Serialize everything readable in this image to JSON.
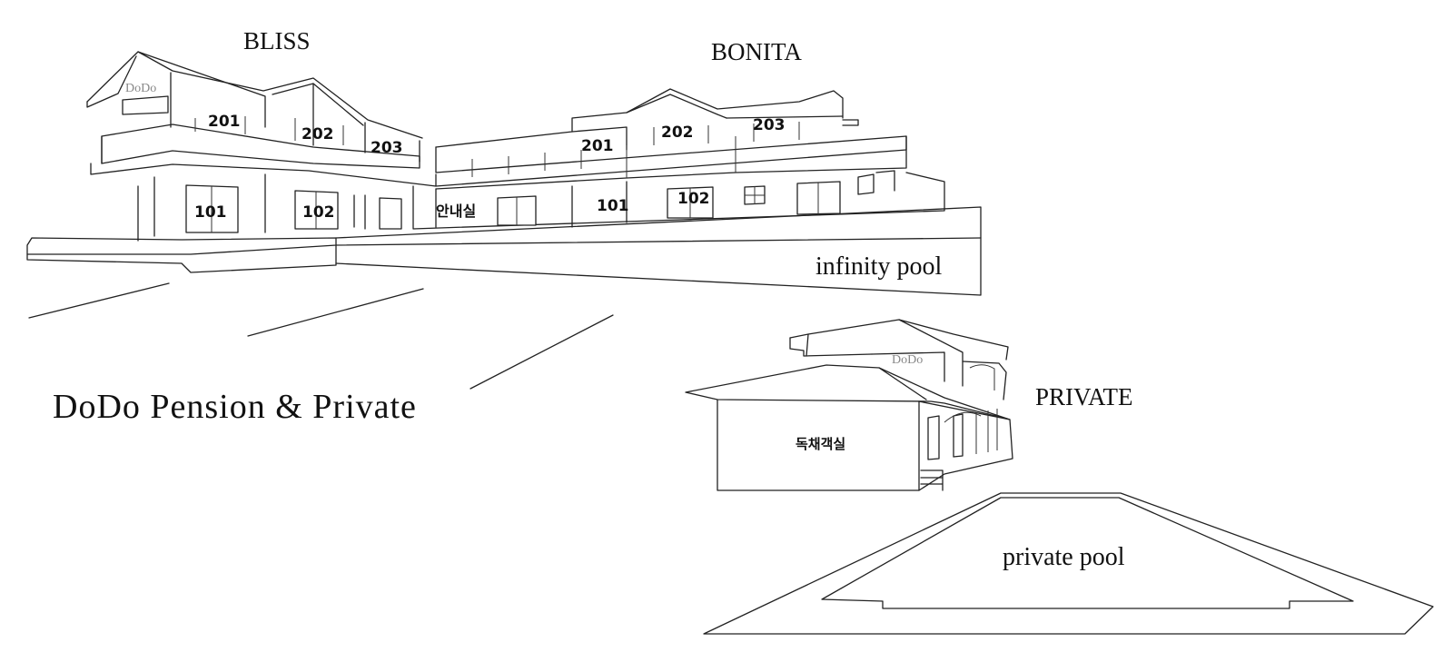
{
  "buildings": {
    "bliss": {
      "name": "BLISS",
      "logo": "DoDo",
      "rooms_upper": [
        "201",
        "202",
        "203"
      ],
      "rooms_lower": [
        "101",
        "102"
      ]
    },
    "bonita": {
      "name": "BONITA",
      "rooms_upper": [
        "201",
        "202",
        "203"
      ],
      "rooms_lower": [
        "101",
        "102"
      ]
    },
    "reception": "안내실",
    "private": {
      "name": "PRIVATE",
      "logo": "DoDo",
      "room": "독채객실"
    }
  },
  "pools": {
    "infinity": "infinity pool",
    "private": "private pool"
  },
  "title": "DoDo Pension & Private",
  "colors": {
    "line": "#222222",
    "background": "#ffffff",
    "logo_gray": "#888888"
  }
}
